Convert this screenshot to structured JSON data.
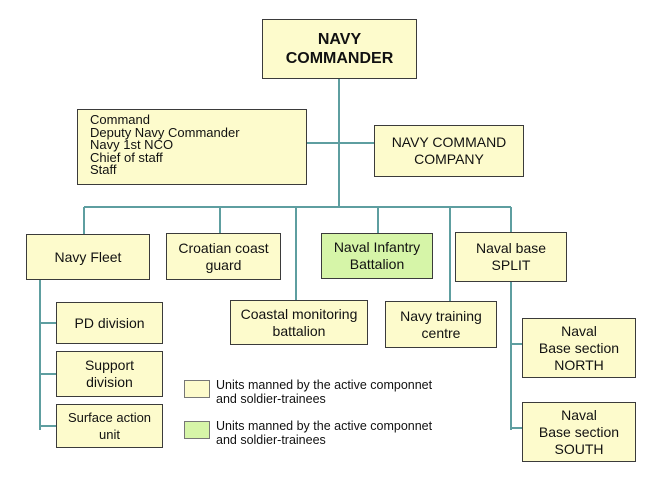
{
  "diagram": {
    "navy_commander": [
      "NAVY",
      "COMMANDER"
    ],
    "command_staff": [
      "Command",
      "Deputy Navy Commander",
      "Navy 1st NCO",
      "Chief of staff",
      "Staff"
    ],
    "navy_command_company": [
      "NAVY COMMAND",
      "COMPANY"
    ],
    "navy_fleet": [
      "Navy Fleet"
    ],
    "croatian_coast_guard": [
      "Croatian coast",
      "guard"
    ],
    "naval_infantry_battalion": [
      "Naval Infantry",
      "Battalion"
    ],
    "naval_base_split": [
      "Naval base",
      "SPLIT"
    ],
    "pd_division": [
      "PD division"
    ],
    "support_division": [
      "Support",
      "division"
    ],
    "surface_action_unit": [
      "Surface action",
      "unit"
    ],
    "coastal_monitoring_battalion": [
      "Coastal monitoring",
      "battalion"
    ],
    "navy_training_centre": [
      "Navy training",
      "centre"
    ],
    "naval_base_section_north": [
      "Naval",
      "Base section",
      "NORTH"
    ],
    "naval_base_section_south": [
      "Naval",
      "Base section",
      "SOUTH"
    ]
  },
  "legend": {
    "item1": [
      "Units manned by the active componnet",
      "and soldier-trainees"
    ],
    "item2": [
      "Units manned by the active componnet",
      "and soldier-trainees"
    ]
  },
  "colors": {
    "box_fill": "#fdfbcc",
    "highlight_fill": "#d6f5a8",
    "connector": "#5e9ea0"
  }
}
